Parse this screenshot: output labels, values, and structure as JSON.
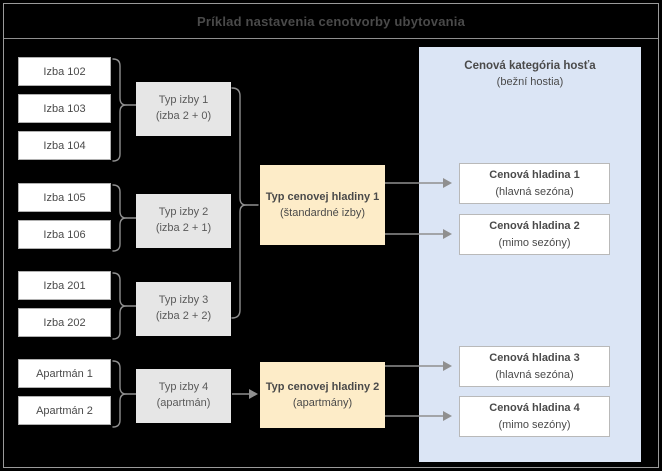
{
  "title": "Príklad nastavenia cenotvorby ubytovania",
  "colors": {
    "background": "#000000",
    "frame_border": "#9a9a9a",
    "title_text": "#4a4a4a",
    "room_box_bg": "#ffffff",
    "room_type_bg": "#e6e6e6",
    "price_level_type_bg": "#fdecc8",
    "guest_panel_bg": "#dbe5f5",
    "connector": "#8f8f8f"
  },
  "rooms": [
    {
      "label": "Izba 102"
    },
    {
      "label": "Izba 103"
    },
    {
      "label": "Izba 104"
    },
    {
      "label": "Izba 105"
    },
    {
      "label": "Izba 106"
    },
    {
      "label": "Izba 201"
    },
    {
      "label": "Izba 202"
    },
    {
      "label": "Apartmán 1"
    },
    {
      "label": "Apartmán 2"
    }
  ],
  "room_types": [
    {
      "line1": "Typ izby 1",
      "line2": "(izba 2 + 0)"
    },
    {
      "line1": "Typ izby 2",
      "line2": "(izba 2 + 1)"
    },
    {
      "line1": "Typ izby 3",
      "line2": "(izba 2 + 2)"
    },
    {
      "line1": "Typ izby 4",
      "line2": "(apartmán)"
    }
  ],
  "price_level_types": [
    {
      "line1": "Typ cenovej hladiny 1",
      "line2": "(štandardné izby)"
    },
    {
      "line1": "Typ cenovej hladiny 2",
      "line2": "(apartmány)"
    }
  ],
  "guest_category": {
    "title": "Cenová kategória hosťa",
    "subtitle": "(bežní hostia)"
  },
  "price_levels": [
    {
      "line1": "Cenová hladina 1",
      "line2": "(hlavná sezóna)"
    },
    {
      "line1": "Cenová hladina 2",
      "line2": "(mimo sezóny)"
    },
    {
      "line1": "Cenová hladina 3",
      "line2": "(hlavná sezóna)"
    },
    {
      "line1": "Cenová hladina 4",
      "line2": "(mimo sezóny)"
    }
  ]
}
